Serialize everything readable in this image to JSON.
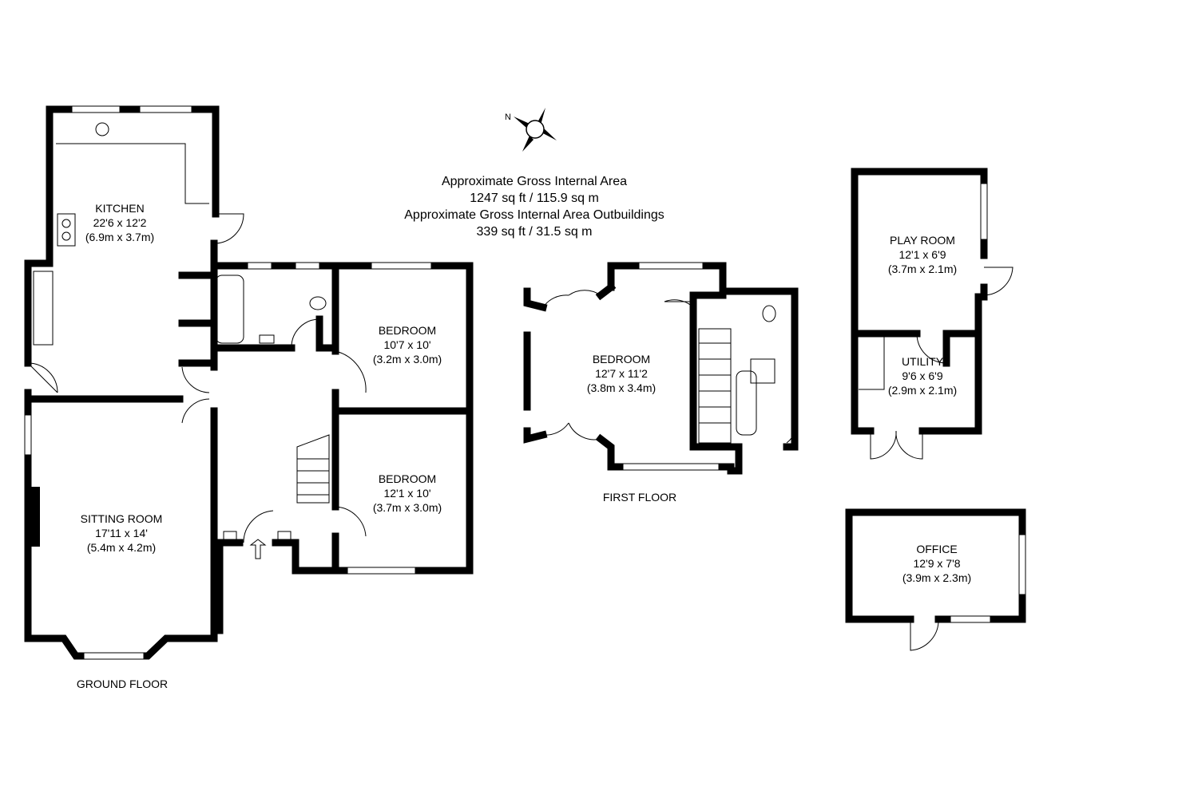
{
  "compass": {
    "label": "N"
  },
  "area_summary": {
    "line1": "Approximate Gross Internal Area",
    "line2": "1247 sq ft / 115.9 sq m",
    "line3": "Approximate Gross Internal Area Outbuildings",
    "line4": "339 sq ft / 31.5 sq m"
  },
  "floors": {
    "ground": "GROUND FLOOR",
    "first": "FIRST FLOOR"
  },
  "rooms": {
    "kitchen": {
      "name": "KITCHEN",
      "imperial": "22'6 x 12'2",
      "metric": "(6.9m x 3.7m)"
    },
    "bedroom1": {
      "name": "BEDROOM",
      "imperial": "10'7 x 10'",
      "metric": "(3.2m x 3.0m)"
    },
    "bedroom2": {
      "name": "BEDROOM",
      "imperial": "12'1 x 10'",
      "metric": "(3.7m x 3.0m)"
    },
    "sitting": {
      "name": "SITTING ROOM",
      "imperial": "17'11 x 14'",
      "metric": "(5.4m x 4.2m)"
    },
    "bedroom3": {
      "name": "BEDROOM",
      "imperial": "12'7 x 11'2",
      "metric": "(3.8m x 3.4m)"
    },
    "playroom": {
      "name": "PLAY ROOM",
      "imperial": "12'1 x 6'9",
      "metric": "(3.7m x 2.1m)"
    },
    "utility": {
      "name": "UTILITY",
      "imperial": "9'6 x 6'9",
      "metric": "(2.9m x 2.1m)"
    },
    "office": {
      "name": "OFFICE",
      "imperial": "12'9 x 7'8",
      "metric": "(3.9m x 2.3m)"
    }
  }
}
